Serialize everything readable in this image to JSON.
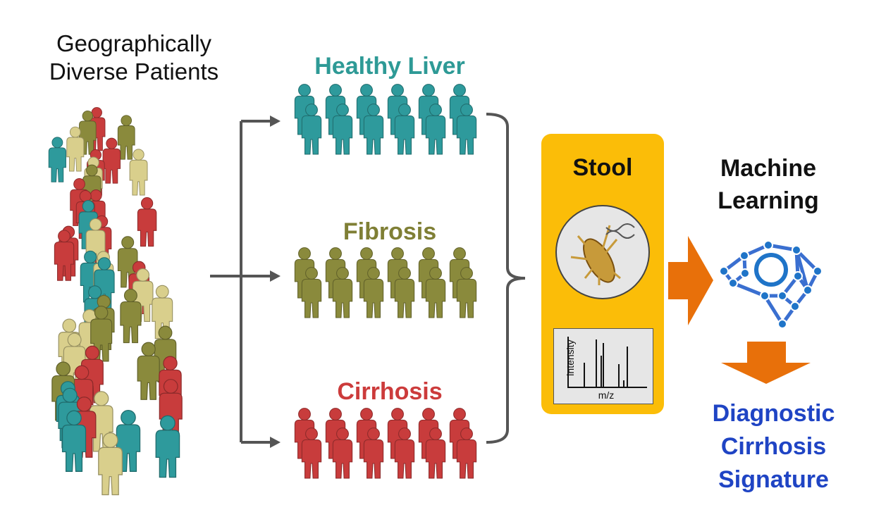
{
  "title": "Geographically Diverse Patients",
  "groups": [
    "Healthy Liver",
    "Fibrosis",
    "Cirrhosis"
  ],
  "stool": {
    "label": "Stool",
    "spectrum": {
      "ylabel": "intensity",
      "xlabel": "m/z"
    }
  },
  "ml": {
    "label_line1": "Machine",
    "label_line2": "Learning"
  },
  "result": {
    "line1": "Diagnostic",
    "line2": "Cirrhosis",
    "line3": "Signature"
  },
  "colors": {
    "healthy": "#2e9a9c",
    "fibrosis": "#8a8a3c",
    "cirrhosis": "#c83c3c",
    "beige": "#d9cf8c",
    "stool_bg": "#fbbd08",
    "arrow": "#e8700a",
    "network": "#3a6fd0",
    "signature": "#1f44c4"
  }
}
